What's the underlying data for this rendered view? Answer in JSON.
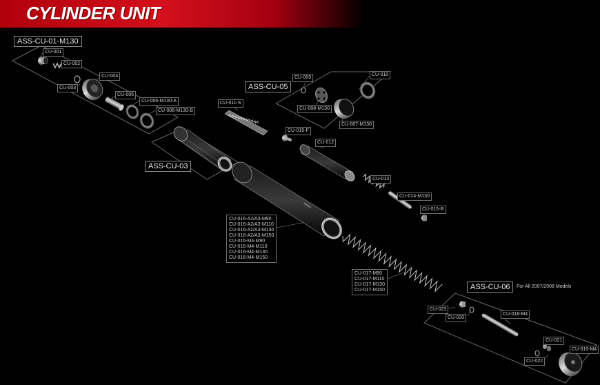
{
  "header": {
    "title": "CYLINDER UNIT"
  },
  "assemblies": {
    "cu01": "ASS-CU-01-M130",
    "cu05": "ASS-CU-05",
    "cu03": "ASS-CU-03",
    "cu06": "ASS-CU-06",
    "cu06_note": "For All 2007/2008 Models"
  },
  "parts": {
    "cu001": "CU-001",
    "cu002": "CU-002",
    "cu003": "CU-003",
    "cu004": "CU-004",
    "cu005": "CU-005",
    "cu006a": "CU-006-M130-A",
    "cu006b": "CU-006-M130-B",
    "cu009": "CU-009",
    "cu010": "CU-010",
    "cu008": "CU-008-M130",
    "cu007": "CU-007-M130",
    "cu011": "CU-011-S",
    "cu015f": "CU-015-F",
    "cu012": "CU-012",
    "cu013": "CU-013",
    "cu014": "CU-014-M130",
    "cu015r": "CU-015-R",
    "cu023": "CU-023",
    "cu020": "CU-020",
    "cu018": "CU-018-M4",
    "cu021": "CU-021",
    "cu019": "CU-019-M4",
    "cu022": "CU-022"
  },
  "cylinder_list": [
    "CU-016-A2/A3-M90",
    "CU-016-A2/A3-M110",
    "CU-016-A2/A3-M130",
    "CU-016-A2/A3-M150",
    "CU-016-M4-M90",
    "CU-016-M4-M110",
    "CU-016-M4-M130",
    "CU-016-M4-M150"
  ],
  "spring_list": [
    "CU-017-M90",
    "CU-017-M110",
    "CU-017-M130",
    "CU-017-M150"
  ]
}
